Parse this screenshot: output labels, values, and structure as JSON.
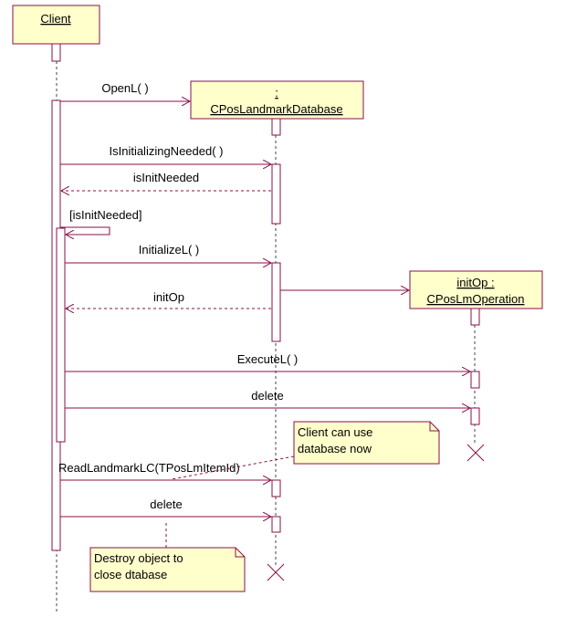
{
  "colors": {
    "line": "#8b0f4a",
    "box_fill": "#ffffcc",
    "box_stroke": "#8b0f4a",
    "activation_fill": "#ffffff",
    "destroy": "#8b0f4a",
    "note_stroke": "#8b0f4a"
  },
  "objects": {
    "client": "Client",
    "database_line1": ":",
    "database_line2": "CPosLandmarkDatabase",
    "operation_line1": "initOp :",
    "operation_line2": "CPosLmOperation"
  },
  "messages": {
    "open": "OpenL( )",
    "is_init_needed": "IsInitializingNeeded( )",
    "is_init_needed_return": "isInitNeeded",
    "guard": "[isInitNeeded]",
    "initialize": "InitializeL( )",
    "init_op_return": "initOp",
    "execute": "ExecuteL( )",
    "delete_op": "delete",
    "read_landmark": "ReadLandmarkLC(TPosLmItemId)",
    "delete_db": "delete"
  },
  "notes": {
    "client_note_line1": "Client can use",
    "client_note_line2": "database now",
    "destroy_note_line1": "Destroy object to",
    "destroy_note_line2": "close dtabase"
  }
}
